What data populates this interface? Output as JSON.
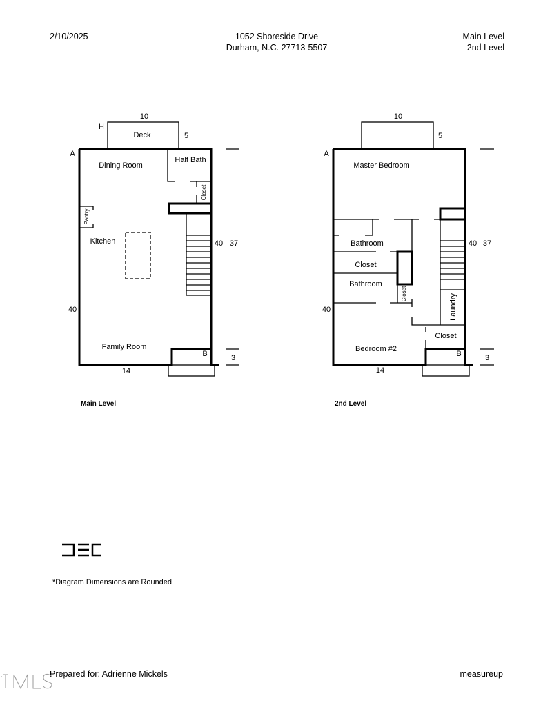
{
  "header": {
    "date": "2/10/2025",
    "address_line1": "1052 Shoreside Drive",
    "address_line2": "Durham, N.C. 27713-5507",
    "levels_line1": "Main Level",
    "levels_line2": "2nd Level"
  },
  "main_level": {
    "caption": "Main Level",
    "rooms": [
      "Deck",
      "Dining Room",
      "Half Bath",
      "Closet",
      "Pantry",
      "Kitchen",
      "Family Room"
    ],
    "dimensions": {
      "deck_width": "10",
      "deck_depth": "5",
      "right_40": "40",
      "right_37": "37",
      "left_40": "40",
      "bottom_14": "14",
      "step_3": "3"
    },
    "markers": {
      "a": "A",
      "h": "H",
      "b": "B"
    }
  },
  "second_level": {
    "caption": "2nd Level",
    "rooms": [
      "Master Bedroom",
      "Bathroom",
      "Closet",
      "Bathroom",
      "Closet",
      "Laundry",
      "Closet",
      "Bedroom #2"
    ],
    "dimensions": {
      "top_width": "10",
      "top_depth": "5",
      "right_40": "40",
      "right_37": "37",
      "left_40": "40",
      "bottom_14": "14",
      "step_3": "3"
    },
    "markers": {
      "a": "A",
      "b": "B"
    }
  },
  "footer": {
    "logo": "DEC",
    "note": "*Diagram Dimensions are Rounded",
    "prepared_for": "Prepared for: Adrienne Mickels",
    "company": "measureup",
    "watermark": "MLS"
  }
}
